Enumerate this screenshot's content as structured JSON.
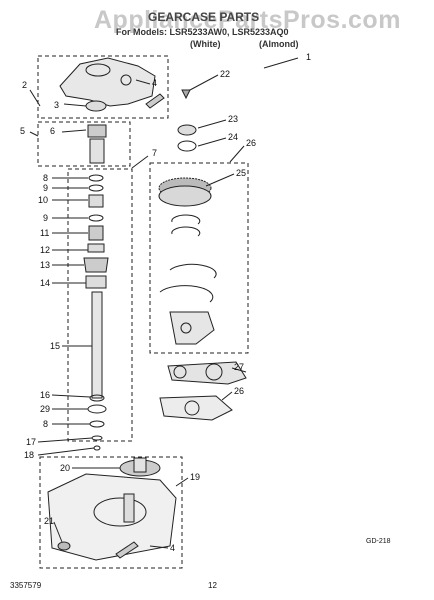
{
  "watermark": "AppliancePartsPros.com",
  "header": {
    "title": "GEARCASE PARTS",
    "subtitle": "For Models: LSR5233AW0, LSR5233AQ0",
    "variants": [
      "(White)",
      "(Almond)"
    ]
  },
  "callouts": [
    "1",
    "2",
    "3",
    "4",
    "5",
    "6",
    "7",
    "8",
    "9",
    "10",
    "9",
    "11",
    "12",
    "13",
    "14",
    "15",
    "16",
    "29",
    "8",
    "17",
    "18",
    "20",
    "19",
    "21",
    "4",
    "22",
    "23",
    "24",
    "26",
    "25",
    "27",
    "26"
  ],
  "footer": {
    "doc_number": "3357579",
    "page_number": "12",
    "figure_code": "GD-218"
  }
}
